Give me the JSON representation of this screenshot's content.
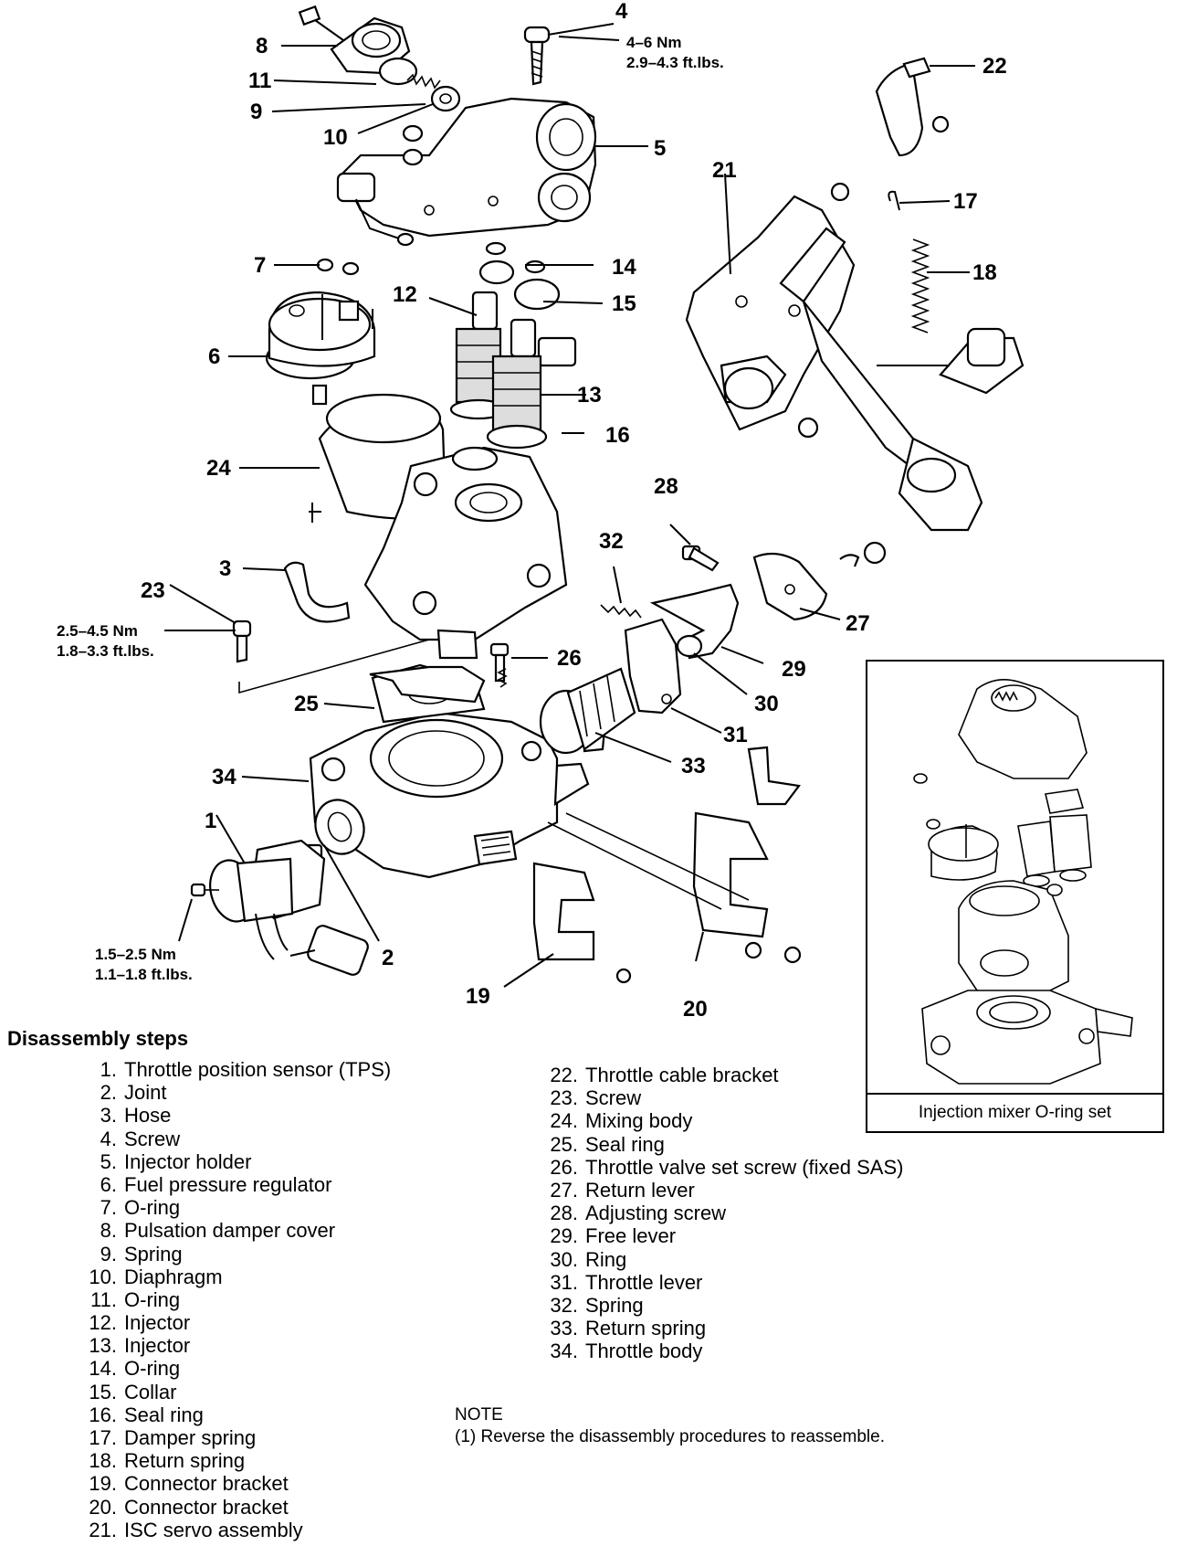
{
  "callouts": [
    "1",
    "2",
    "3",
    "4",
    "5",
    "6",
    "7",
    "8",
    "9",
    "10",
    "11",
    "12",
    "13",
    "14",
    "15",
    "16",
    "17",
    "18",
    "19",
    "20",
    "21",
    "22",
    "23",
    "24",
    "25",
    "26",
    "27",
    "28",
    "29",
    "30",
    "31",
    "32",
    "33",
    "34"
  ],
  "torque": {
    "screw_4": [
      "4–6 Nm",
      "2.9–4.3 ft.lbs."
    ],
    "screw_23": [
      "2.5–4.5 Nm",
      "1.8–3.3 ft.lbs."
    ],
    "tps_screw": [
      "1.5–2.5 Nm",
      "1.1–1.8 ft.lbs."
    ]
  },
  "inset": {
    "caption": "Injection mixer O-ring set"
  },
  "disassembly": {
    "heading": "Disassembly steps",
    "steps": [
      {
        "num": "1.",
        "label": "Throttle position sensor (TPS)"
      },
      {
        "num": "2.",
        "label": "Joint"
      },
      {
        "num": "3.",
        "label": "Hose"
      },
      {
        "num": "4.",
        "label": "Screw"
      },
      {
        "num": "5.",
        "label": "Injector holder"
      },
      {
        "num": "6.",
        "label": "Fuel pressure regulator"
      },
      {
        "num": "7.",
        "label": "O-ring"
      },
      {
        "num": "8.",
        "label": "Pulsation damper cover"
      },
      {
        "num": "9.",
        "label": "Spring"
      },
      {
        "num": "10.",
        "label": "Diaphragm"
      },
      {
        "num": "11.",
        "label": "O-ring"
      },
      {
        "num": "12.",
        "label": "Injector"
      },
      {
        "num": "13.",
        "label": "Injector"
      },
      {
        "num": "14.",
        "label": "O-ring"
      },
      {
        "num": "15.",
        "label": "Collar"
      },
      {
        "num": "16.",
        "label": "Seal ring"
      },
      {
        "num": "17.",
        "label": "Damper spring"
      },
      {
        "num": "18.",
        "label": "Return spring"
      },
      {
        "num": "19.",
        "label": "Connector bracket"
      },
      {
        "num": "20.",
        "label": "Connector bracket"
      },
      {
        "num": "21.",
        "label": "ISC servo assembly"
      },
      {
        "num": "22.",
        "label": "Throttle cable bracket"
      },
      {
        "num": "23.",
        "label": "Screw"
      },
      {
        "num": "24.",
        "label": "Mixing body"
      },
      {
        "num": "25.",
        "label": "Seal ring"
      },
      {
        "num": "26.",
        "label": "Throttle valve set screw (fixed SAS)"
      },
      {
        "num": "27.",
        "label": "Return lever"
      },
      {
        "num": "28.",
        "label": "Adjusting screw"
      },
      {
        "num": "29.",
        "label": "Free lever"
      },
      {
        "num": "30.",
        "label": "Ring"
      },
      {
        "num": "31.",
        "label": "Throttle lever"
      },
      {
        "num": "32.",
        "label": "Spring"
      },
      {
        "num": "33.",
        "label": "Return spring"
      },
      {
        "num": "34.",
        "label": "Throttle body"
      }
    ]
  },
  "note": {
    "title": "NOTE",
    "item": "(1)   Reverse the disassembly procedures to reassemble."
  }
}
